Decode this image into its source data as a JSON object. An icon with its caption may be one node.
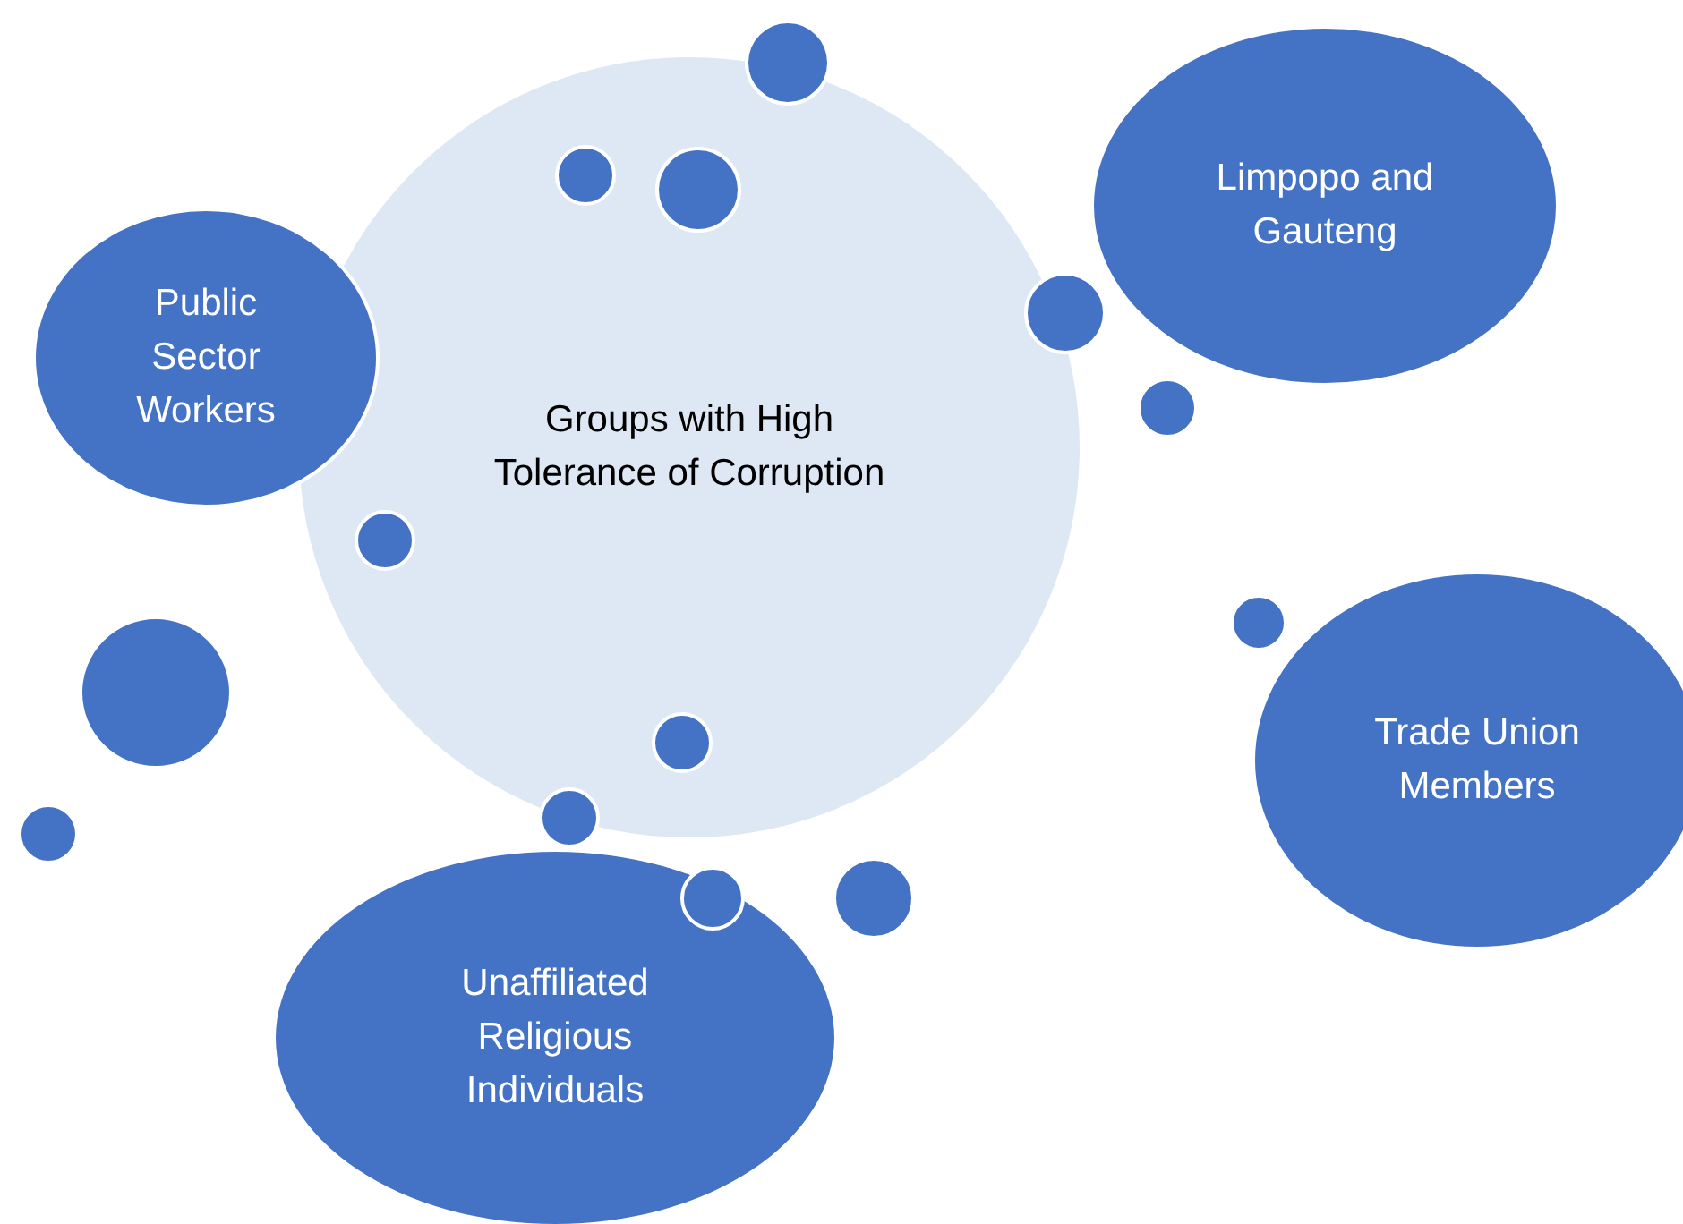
{
  "diagram": {
    "nodes": [
      {
        "text": [
          "Groups with High Tolerance of Corruption"
        ]
      },
      {
        "text": [
          "Public Sector Workers"
        ]
      },
      {
        "text": [
          "Limpopo and Gauteng"
        ]
      },
      {
        "text": [
          "Trade Union Members"
        ]
      },
      {
        "text": [
          "Unaffiliated Religious Individuals"
        ]
      },
      {
        "text": [],
        "shape": "circle"
      },
      {
        "text": [],
        "shape": "circle",
        "in": 0
      },
      {
        "text": [],
        "shape": "circle",
        "in": 0
      },
      {
        "text": [],
        "shape": "circle"
      },
      {
        "text": [],
        "shape": "circle"
      },
      {
        "text": [],
        "shape": "circle",
        "in": 0
      },
      {
        "text": [],
        "shape": "circle"
      },
      {
        "text": [],
        "shape": "circle"
      },
      {
        "text": [],
        "shape": "circle",
        "in": 0
      },
      {
        "text": [],
        "shape": "circle"
      },
      {
        "text": [],
        "shape": "circle"
      },
      {
        "text": [],
        "shape": "circle",
        "in": 4
      },
      {
        "text": [],
        "shape": "circle"
      }
    ]
  }
}
